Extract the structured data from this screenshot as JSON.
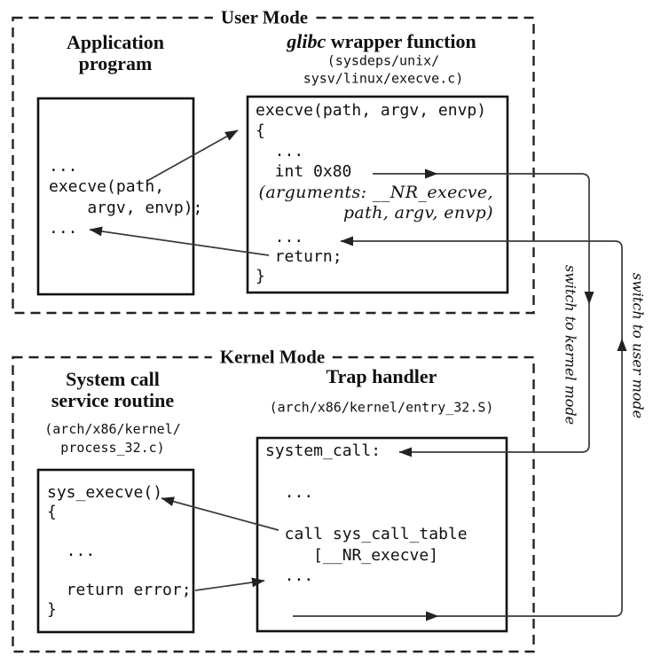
{
  "user_mode": {
    "label": "User Mode",
    "app": {
      "title": [
        "Application",
        "program"
      ],
      "code": [
        "...",
        "execve(path,",
        "    argv, envp);",
        "..."
      ]
    },
    "glibc": {
      "title_italic": "glibc",
      "title_rest": " wrapper function",
      "source_path": [
        "(sysdeps/unix/",
        "sysv/linux/execve.c)"
      ],
      "code_top": [
        "execve(path, argv, envp)",
        "{",
        "  ...",
        "  int 0x80"
      ],
      "arguments_note": [
        "(arguments: __NR_execve,",
        "path, argv, envp)"
      ],
      "code_bottom": [
        "  ...",
        "  return;",
        "}"
      ]
    }
  },
  "kernel_mode": {
    "label": "Kernel Mode",
    "service_routine": {
      "title": [
        "System call",
        "service routine"
      ],
      "source_path": [
        "(arch/x86/kernel/",
        "process_32.c)"
      ],
      "code": [
        "sys_execve()",
        "{",
        "",
        "  ...",
        "",
        "  return error;",
        "}"
      ]
    },
    "trap_handler": {
      "title": "Trap handler",
      "source_path": "(arch/x86/kernel/entry_32.S)",
      "code": [
        "system_call:",
        "",
        "  ...",
        "",
        "  call sys_call_table",
        "     [__NR_execve]",
        "  ..."
      ]
    }
  },
  "annotations": {
    "switch_to_kernel": "switch to kernel mode",
    "switch_to_user": "switch to user mode"
  },
  "colors": {
    "ink": "#111111",
    "line": "#3a3a3a",
    "background": "#ffffff"
  }
}
